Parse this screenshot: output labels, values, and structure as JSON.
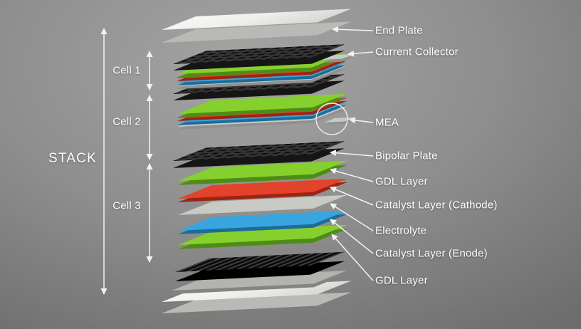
{
  "left_panel": {
    "stack_label": "STACK",
    "cells": [
      {
        "label": "Cell 1"
      },
      {
        "label": "Cell 2"
      },
      {
        "label": "Cell 3"
      }
    ]
  },
  "annotations": [
    {
      "label": "End Plate"
    },
    {
      "label": "Current Collector"
    },
    {
      "label": "MEA"
    },
    {
      "label": "Bipolar Plate"
    },
    {
      "label": "GDL Layer"
    },
    {
      "label": "Catalyst Layer (Cathode)"
    },
    {
      "label": "Electrolyte"
    },
    {
      "label": "Catalyst Layer (Enode)"
    },
    {
      "label": "GDL Layer"
    }
  ],
  "colors": {
    "green": "#86d02d",
    "green_side": "#4f8c17",
    "red": "#e2432a",
    "red_side": "#9c2413",
    "blue": "#38a5de",
    "blue_side": "#1c6c9a",
    "silver": "#c9c9c6",
    "silver_side": "#90908c",
    "gray_sheet": "#b3b3b0",
    "gray_sheet_side": "#848481",
    "dark_plate": "#343434",
    "dark_plate_side": "#151515",
    "end_plate": "#eeeeec",
    "end_plate_side": "#b9b9b5",
    "black_plate": "#0b0b0b",
    "black_plate_ridge": "#3f3f3f",
    "text": "#ffffff",
    "arrow": "#f2f2f2",
    "bg_light": "#a4a4a4",
    "bg_dark": "#555555"
  }
}
